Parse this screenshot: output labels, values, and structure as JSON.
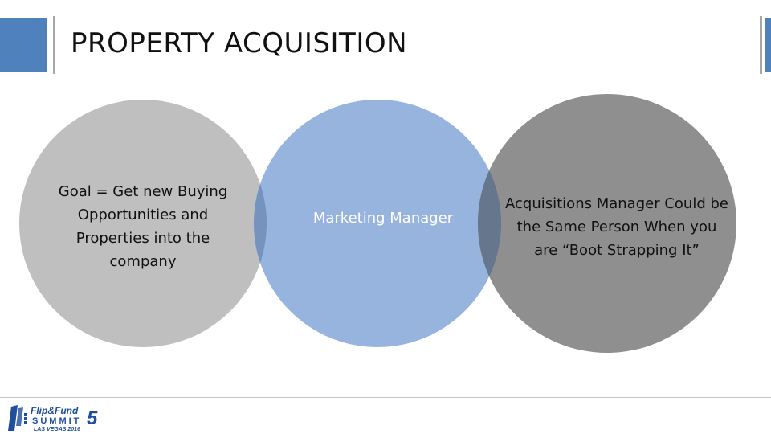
{
  "slide": {
    "title": "PROPERTY ACQUISITION"
  },
  "diagram": {
    "circles": [
      {
        "label": "Goal = Get new Buying Opportunities and Properties into the company",
        "fill": "#bfbfbf"
      },
      {
        "label": "Marketing Manager",
        "fill": "#8eaedc"
      },
      {
        "label": "Acquisitions Manager Could be the Same Person When you are “Boot Strapping It”",
        "fill": "#8c8c8c"
      }
    ]
  },
  "logo": {
    "line1": "Flip&Fund",
    "number": "5",
    "line2": "SUMMIT",
    "line3": "LAS VEGAS 2016",
    "brand_color": "#1f4e9c"
  },
  "colors": {
    "accent": "#4f81bd",
    "divider": "#a6a6a6"
  }
}
